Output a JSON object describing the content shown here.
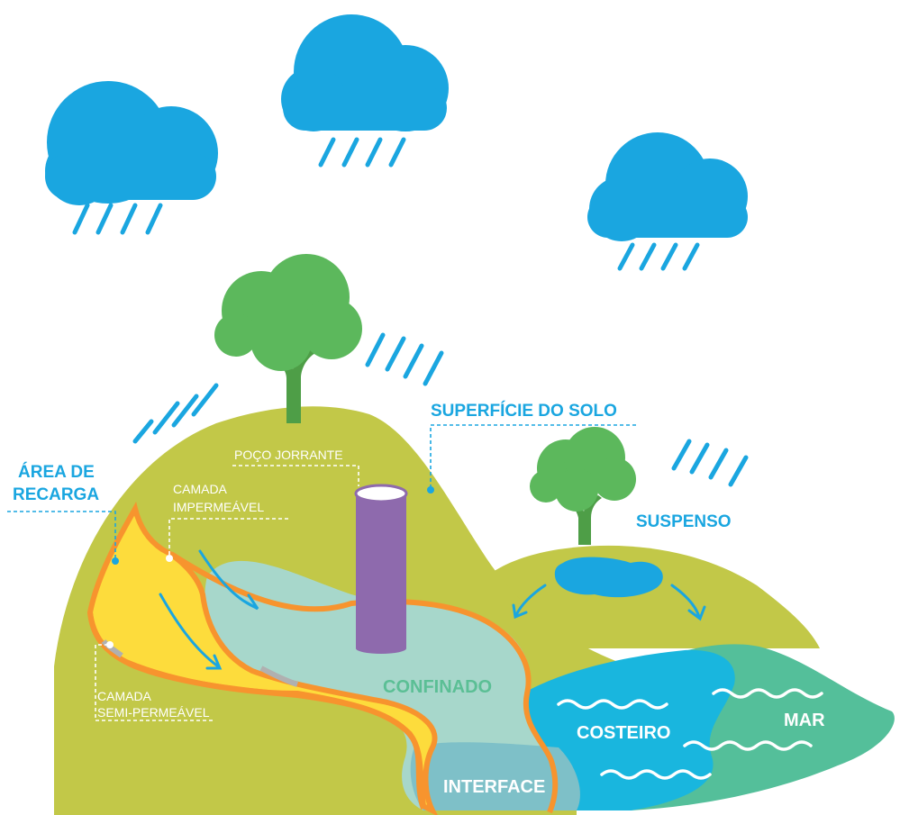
{
  "labels": {
    "recharge_line1": "ÁREA DE",
    "recharge_line2": "RECARGA",
    "soil_surface": "SUPERFÍCIE DO SOLO",
    "artesian_well": "POÇO JORRANTE",
    "impermeable_line1": "CAMADA",
    "impermeable_line2": "IMPERMEÁVEL",
    "semi_permeable_line1": "CAMADA",
    "semi_permeable_line2": "SEMI-PERMEÁVEL",
    "perched": "SUSPENSO",
    "confined": "CONFINADO",
    "coastal": "COSTEIRO",
    "sea": "MAR",
    "interface": "INTERFACE"
  },
  "colors": {
    "rain_blue": "#1aa6e0",
    "hill_olive": "#c2c848",
    "tree_green": "#5cb85c",
    "tree_trunk": "#4e9e47",
    "aquifer_yellow": "#fddc3c",
    "aquifer_outline": "#f7942e",
    "confined_mint": "#a7d7cb",
    "coastal_cyan": "#19b6de",
    "sea_green": "#54bf9a",
    "interface_teal": "#7ec0c8",
    "well_purple": "#8e6aad"
  }
}
